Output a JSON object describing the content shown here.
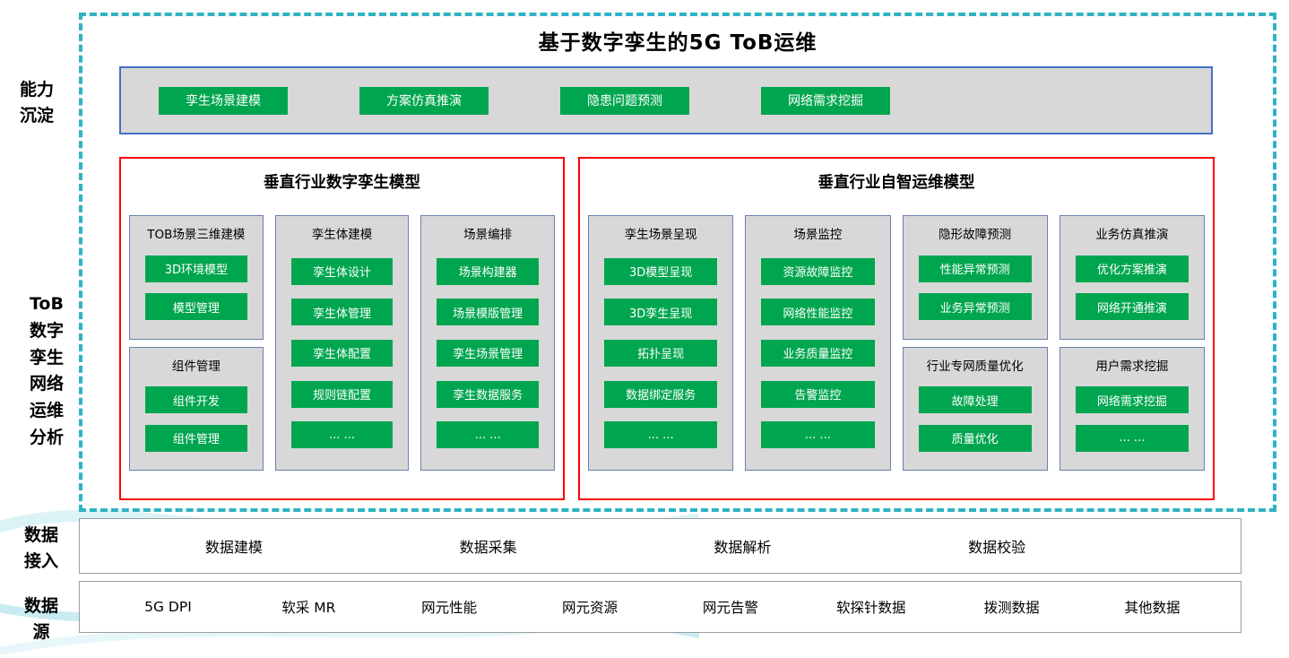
{
  "title": "基于数字孪生的5G ToB运维",
  "side_labels": {
    "capability": "能力\n沉淀",
    "tob": "ToB\n数字\n孪生\n网络\n运维\n分析",
    "data_access": "数据\n接入",
    "data_source": "数据\n源"
  },
  "capability_bar": {
    "buttons": [
      "孪生场景建模",
      "方案仿真推演",
      "隐患问题预测",
      "网络需求挖掘"
    ]
  },
  "twin_section": {
    "title": "垂直行业数字孪生模型",
    "col1": {
      "group1": {
        "title": "TOB场景三维建模",
        "items": [
          "3D环境模型",
          "模型管理"
        ]
      },
      "group2": {
        "title": "组件管理",
        "items": [
          "组件开发",
          "组件管理"
        ]
      }
    },
    "col2": {
      "title": "孪生体建模",
      "items": [
        "孪生体设计",
        "孪生体管理",
        "孪生体配置",
        "规则链配置",
        "... ..."
      ]
    },
    "col3": {
      "title": "场景编排",
      "items": [
        "场景构建器",
        "场景模版管理",
        "孪生场景管理",
        "孪生数据服务",
        "... ..."
      ]
    }
  },
  "ops_section": {
    "title": "垂直行业自智运维模型",
    "col1": {
      "title": "孪生场景呈现",
      "items": [
        "3D模型呈现",
        "3D孪生呈现",
        "拓扑呈现",
        "数据绑定服务",
        "... ..."
      ]
    },
    "col2": {
      "title": "场景监控",
      "items": [
        "资源故障监控",
        "网络性能监控",
        "业务质量监控",
        "告警监控",
        "... ..."
      ]
    },
    "col3": {
      "group1": {
        "title": "隐形故障预测",
        "items": [
          "性能异常预测",
          "业务异常预测"
        ]
      },
      "group2": {
        "title": "行业专网质量优化",
        "items": [
          "故障处理",
          "质量优化"
        ]
      }
    },
    "col4": {
      "group1": {
        "title": "业务仿真推演",
        "items": [
          "优化方案推演",
          "网络开通推演"
        ]
      },
      "group2": {
        "title": "用户需求挖掘",
        "items": [
          "网络需求挖掘",
          "... ..."
        ]
      }
    }
  },
  "data_access_row": {
    "items": [
      "数据建模",
      "数据采集",
      "数据解析",
      "数据校验"
    ]
  },
  "data_source_row": {
    "items": [
      "5G DPI",
      "软采 MR",
      "网元性能",
      "网元资源",
      "网元告警",
      "软探针数据",
      "拨测数据",
      "其他数据"
    ]
  },
  "colors": {
    "green": "#00a64f",
    "panel_gray": "#d8d8d8",
    "blue_border": "#4472c4",
    "red_border": "#fe0000",
    "teal_dashed": "#2db3c4",
    "swoosh_teal": "#cdeef3"
  }
}
